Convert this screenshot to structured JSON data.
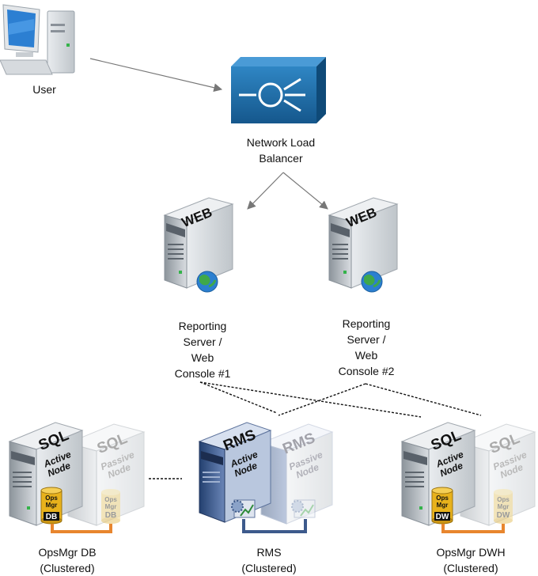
{
  "user": {
    "label": "User"
  },
  "nlb": {
    "label": [
      "Network Load",
      "Balancer"
    ]
  },
  "web1": {
    "badge": "WEB",
    "label": [
      "Reporting",
      "Server /",
      "Web",
      "Console #1"
    ]
  },
  "web2": {
    "badge": "WEB",
    "label": [
      "Reporting",
      "Server /",
      "Web",
      "Console #2"
    ]
  },
  "sql_db": {
    "badge_active": "SQL",
    "badge_passive": "SQL",
    "active_text": [
      "Active",
      "Node"
    ],
    "passive_text": [
      "Passive",
      "Node"
    ],
    "disk_active": [
      "Ops",
      "Mgr",
      "DB"
    ],
    "disk_passive": [
      "Ops",
      "Mgr",
      "DB"
    ],
    "label": [
      "OpsMgr DB",
      "(Clustered)"
    ]
  },
  "rms": {
    "badge_active": "RMS",
    "badge_passive": "RMS",
    "active_text": [
      "Active",
      "Node"
    ],
    "passive_text": [
      "Passive",
      "Node"
    ],
    "label": [
      "RMS",
      "(Clustered)"
    ]
  },
  "sql_dwh": {
    "badge_active": "SQL",
    "badge_passive": "SQL",
    "active_text": [
      "Active",
      "Node"
    ],
    "passive_text": [
      "Passive",
      "Node"
    ],
    "disk_active": [
      "Ops",
      "Mgr",
      "DW"
    ],
    "disk_passive": [
      "Ops",
      "Mgr",
      "DW"
    ],
    "label": [
      "OpsMgr DWH",
      "(Clustered)"
    ]
  },
  "colors": {
    "nlb_fill": "#1f6fa8",
    "server_gray": "#c9ced3",
    "server_dark": "#5b636b",
    "rms_blue": "#2f4f86",
    "disk_gold": "#e8b21c",
    "cluster_link": "#e8862e"
  }
}
